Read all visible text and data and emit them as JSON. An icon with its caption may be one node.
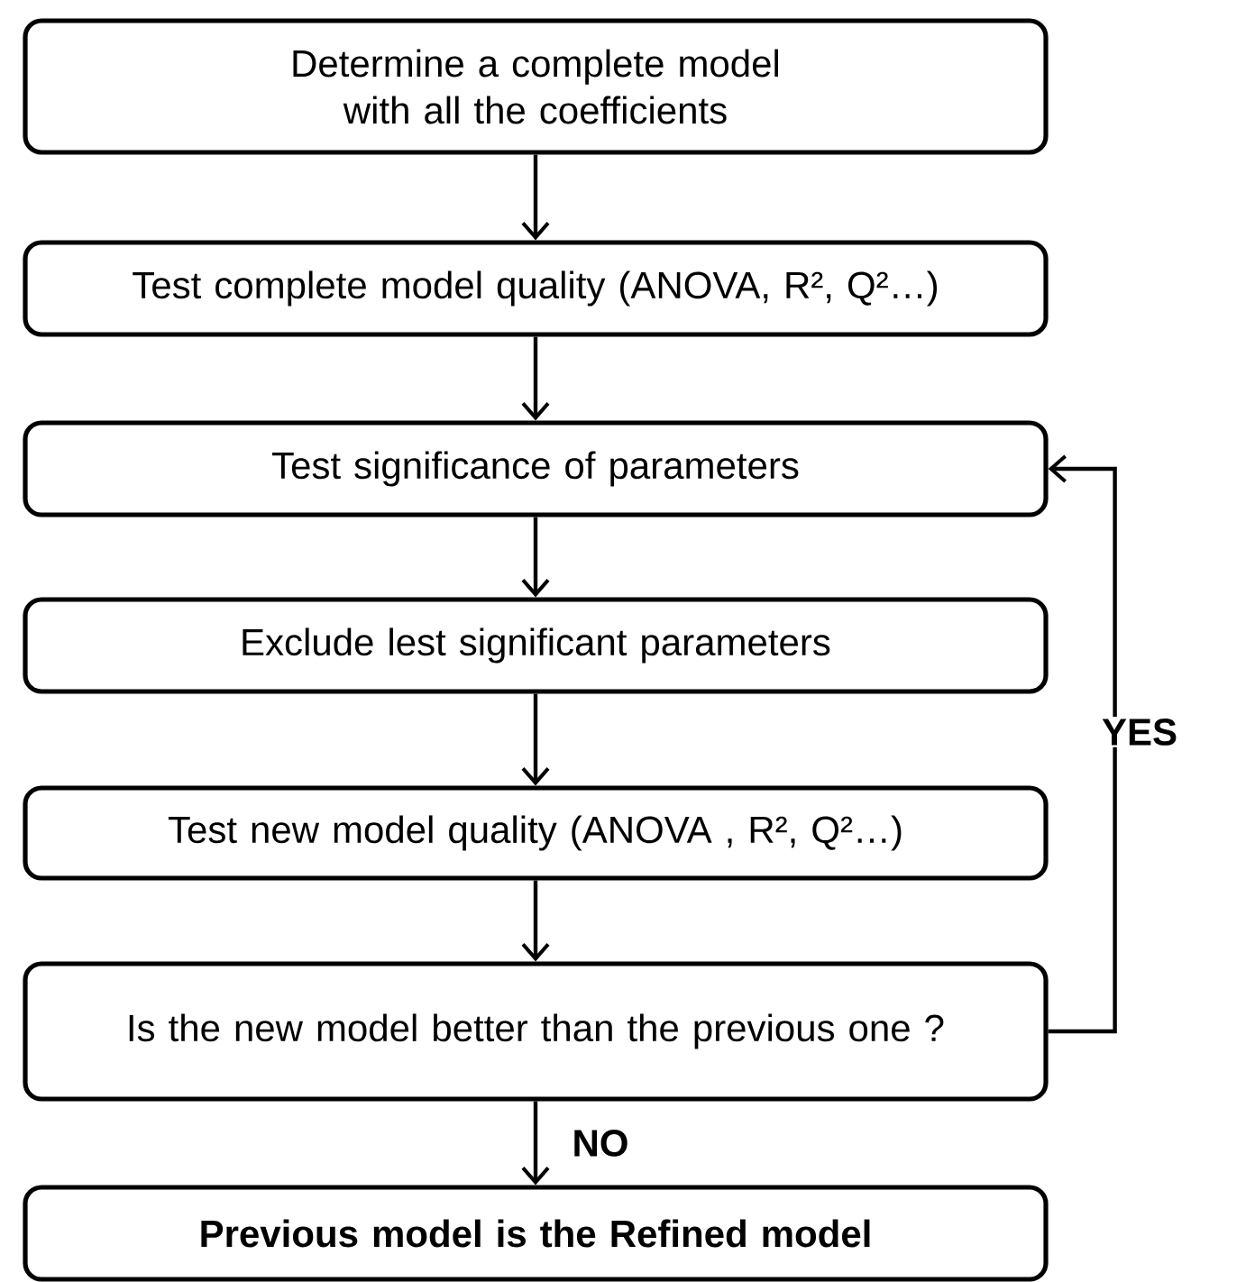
{
  "diagram": {
    "nodes": [
      {
        "text": [
          "Determine a complete model with all the coefficients"
        ]
      },
      {
        "text": [
          "Test complete model quality (ANOVA, R², Q²…)"
        ]
      },
      {
        "text": [
          "Test significance of parameters"
        ]
      },
      {
        "text": [
          "Exclude lest significant parameters"
        ]
      },
      {
        "text": [
          "Test new model quality (ANOVA , R², Q²…)"
        ]
      },
      {
        "text": [
          "Is the new model better than the previous one ?"
        ]
      },
      {
        "text": [
          "**Previous model is the Refined model**"
        ]
      }
    ],
    "edges": [
      {
        "from": 0,
        "to": 1,
        "arrow": "to"
      },
      {
        "from": 1,
        "to": 2,
        "arrow": "to"
      },
      {
        "from": 2,
        "to": 3,
        "arrow": "to"
      },
      {
        "from": 3,
        "to": 4,
        "arrow": "to"
      },
      {
        "from": 4,
        "to": 5,
        "arrow": "to"
      },
      {
        "from": 5,
        "to": 6,
        "arrow": "to",
        "label": "NO"
      },
      {
        "from": 5,
        "to": 2,
        "arrow": "to",
        "label": "YES"
      }
    ]
  }
}
